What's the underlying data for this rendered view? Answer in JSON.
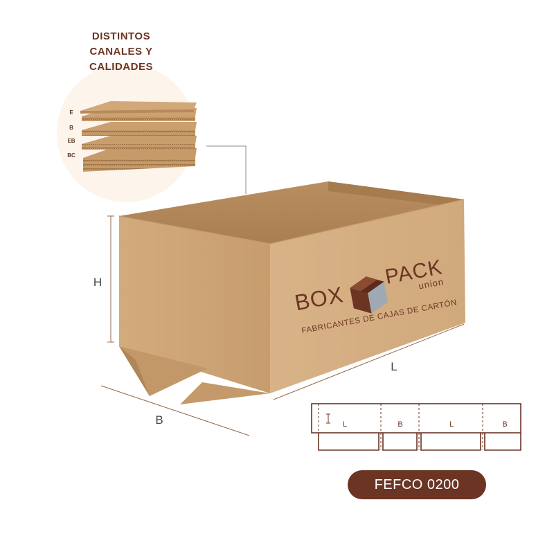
{
  "heading": {
    "line1": "DISTINTOS",
    "line2": "CANALES Y",
    "line3": "CALIDADES"
  },
  "flute_layers": [
    "E",
    "B",
    "EB",
    "BC"
  ],
  "dimensions": {
    "height": "H",
    "width": "B",
    "length": "L"
  },
  "logo": {
    "box": "BOX",
    "pack": "PACK",
    "union": "union",
    "tagline": "FABRICANTES DE CAJAS DE CARTÓN"
  },
  "flat_layout": {
    "panels": [
      "L",
      "B",
      "L",
      "B"
    ],
    "height_marker": "H"
  },
  "style_code": "FEFCO 0200",
  "colors": {
    "brand_brown": "#6b3423",
    "cardboard": "#d3ad80",
    "cardboard_dark": "#b48b5e",
    "blob": "#fdf5ec"
  }
}
